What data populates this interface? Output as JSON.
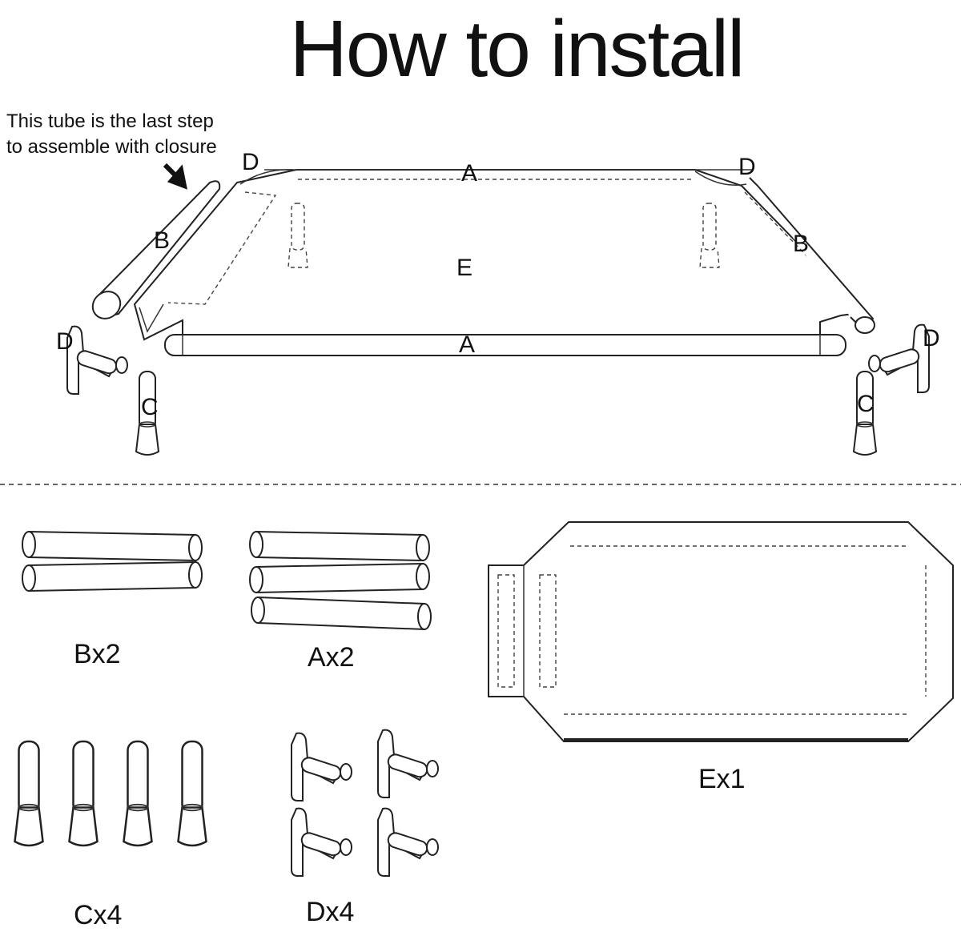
{
  "title": "How to install",
  "note": {
    "line1": "This tube is the last step",
    "line2": "to assemble with closure"
  },
  "assembly_labels": {
    "a_top": "A",
    "a_bottom": "A",
    "b_left": "B",
    "b_right": "B",
    "c_left": "C",
    "c_right": "C",
    "d_top_left": "D",
    "d_top_right": "D",
    "d_left": "D",
    "d_right": "D",
    "e": "E"
  },
  "parts": {
    "b": "Bx2",
    "a": "Ax2",
    "e": "Ex1",
    "c": "Cx4",
    "d": "Dx4"
  }
}
